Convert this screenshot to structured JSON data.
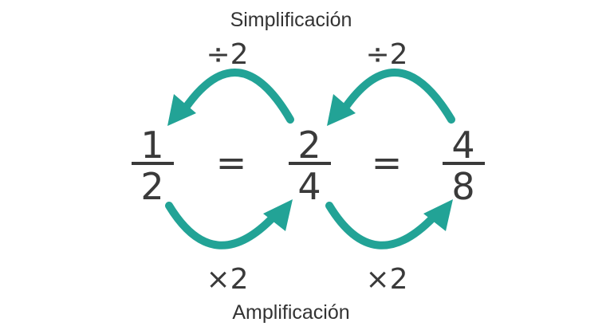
{
  "title_top": "Simplificación",
  "title_bottom": "Amplificación",
  "top_operations": [
    "÷2",
    "÷2"
  ],
  "bottom_operations": [
    "×2",
    "×2"
  ],
  "equals": "=",
  "fractions": [
    {
      "numerator": "1",
      "denominator": "2"
    },
    {
      "numerator": "2",
      "denominator": "4"
    },
    {
      "numerator": "4",
      "denominator": "8"
    }
  ],
  "colors": {
    "arrow": "#22a396",
    "text": "#3a3a3a"
  }
}
